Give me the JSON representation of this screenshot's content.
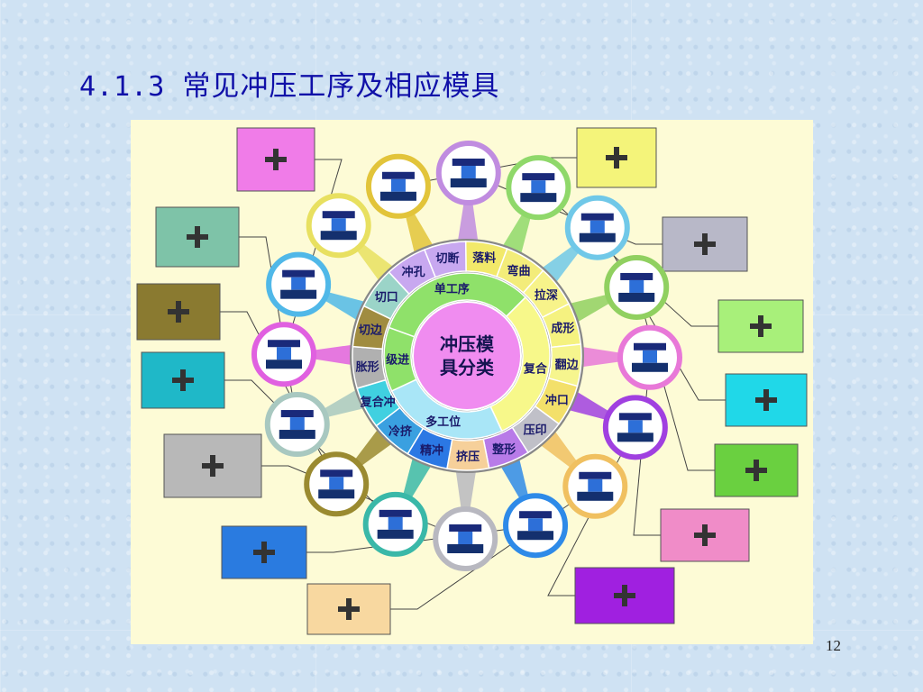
{
  "slide": {
    "title_number": "4.1.3",
    "title_text": "常见冲压工序及相应模具",
    "page_number": "12"
  },
  "diagram": {
    "center_text_lines": [
      "冲压模",
      "具分类"
    ],
    "center_color": "#f08cf0",
    "middle_ring": [
      {
        "text": "单工序",
        "color": "#8fe16a"
      },
      {
        "text": "复合",
        "color": "#f7f88a"
      },
      {
        "text": "多工位",
        "color": "#a9e6f7"
      },
      {
        "text": "级进",
        "color": "#8fe16a"
      }
    ],
    "outer_ring": [
      {
        "text": "落料",
        "color": "#f2e96a"
      },
      {
        "text": "弯曲",
        "color": "#f3ec7a"
      },
      {
        "text": "拉深",
        "color": "#f7f38a"
      },
      {
        "text": "成形",
        "color": "#f5f280"
      },
      {
        "text": "翻边",
        "color": "#f6f58e"
      },
      {
        "text": "冲口",
        "color": "#f3e06a"
      },
      {
        "text": "压印",
        "color": "#c0c0c8"
      },
      {
        "text": "整形",
        "color": "#b87be8"
      },
      {
        "text": "挤压",
        "color": "#f6d09a"
      },
      {
        "text": "精冲",
        "color": "#2b78e4"
      },
      {
        "text": "冷挤",
        "color": "#3aa0e0"
      },
      {
        "text": "复合冲",
        "color": "#40d0e0"
      },
      {
        "text": "胀形",
        "color": "#b0b0b0"
      },
      {
        "text": "切边",
        "color": "#a08c40"
      },
      {
        "text": "切口",
        "color": "#9bd4c8"
      },
      {
        "text": "冲孔",
        "color": "#c8a8f0"
      },
      {
        "text": "切断",
        "color": "#c8a8f0"
      }
    ],
    "tools": [
      {
        "color": "#e2c43a"
      },
      {
        "color": "#c08ce0"
      },
      {
        "color": "#8fd86a"
      },
      {
        "color": "#70c8e8"
      },
      {
        "color": "#90d060"
      },
      {
        "color": "#e878d8"
      },
      {
        "color": "#a040e0"
      },
      {
        "color": "#f0c060"
      },
      {
        "color": "#2e8ae8"
      },
      {
        "color": "#b8b8c0"
      },
      {
        "color": "#3ab8a8"
      },
      {
        "color": "#9a8a30"
      },
      {
        "color": "#a8c8c0"
      },
      {
        "color": "#e060e0"
      },
      {
        "color": "#50b8e8"
      },
      {
        "color": "#e8e060"
      }
    ],
    "parts": [
      {
        "color": "#f07ce8",
        "labels": []
      },
      {
        "color": "#f4f47a",
        "labels": []
      },
      {
        "color": "#7ec3a8",
        "labels": []
      },
      {
        "color": "#b8b8c8",
        "labels": []
      },
      {
        "color": "#8a7a30",
        "labels": []
      },
      {
        "color": "#a8f07a",
        "labels": []
      },
      {
        "color": "#1fb8c8",
        "labels": []
      },
      {
        "color": "#20d8e8",
        "labels": []
      },
      {
        "color": "#b8b8b8",
        "labels": []
      },
      {
        "color": "#6ad040",
        "labels": []
      },
      {
        "color": "#2a7be0",
        "labels": []
      },
      {
        "color": "#f08cc8",
        "labels": []
      },
      {
        "color": "#f8d8a0",
        "labels": []
      },
      {
        "color": "#a020e0",
        "labels": []
      }
    ]
  }
}
